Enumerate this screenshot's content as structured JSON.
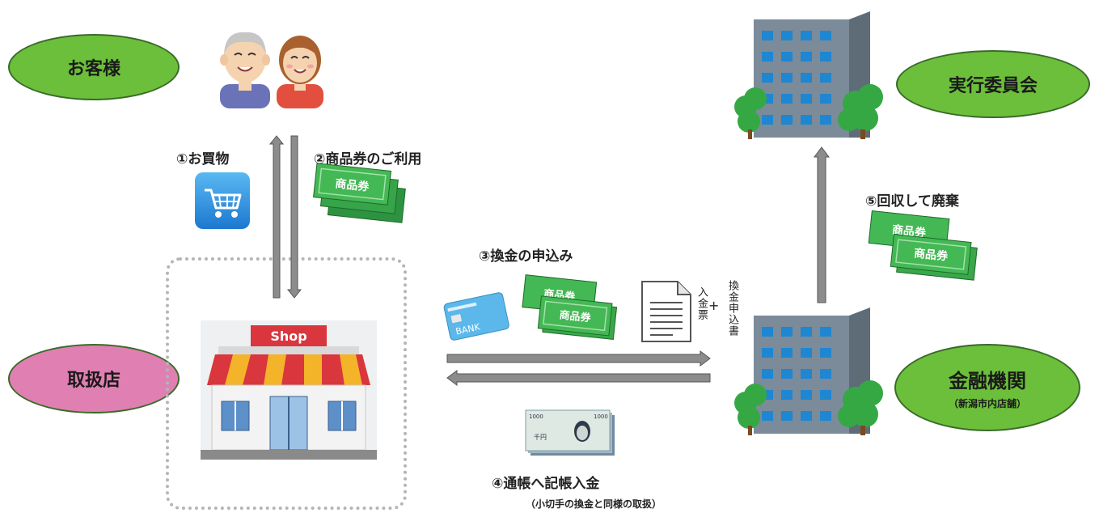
{
  "nodes": {
    "customer": "お客様",
    "committee": "実行委員会",
    "store": "取扱店",
    "bank": "金融機関",
    "bank_sub": "（新潟市内店舗）"
  },
  "steps": {
    "s1": "①お買物",
    "s2": "②商品券のご利用",
    "s3": "③換金の申込み",
    "s4": "④通帳へ記帳入金",
    "s4_sub": "（小切手の換金と同様の取扱）",
    "s5": "⑤回収して廃棄"
  },
  "documents": {
    "deposit_slip": "入金票",
    "plus": "+",
    "application": "換金申込書"
  },
  "images": {
    "voucher_text": "商品券",
    "shop_sign": "Shop",
    "card_text": "BANK",
    "yen_text": "千円",
    "yen_num": "1000"
  },
  "colors": {
    "green_oval": "#6cbf3a",
    "pink_oval": "#e07fb2",
    "arrow_gray": "#8c8c8c",
    "voucher_green": "#3aa84a",
    "building_gray": "#6d7d8c"
  }
}
